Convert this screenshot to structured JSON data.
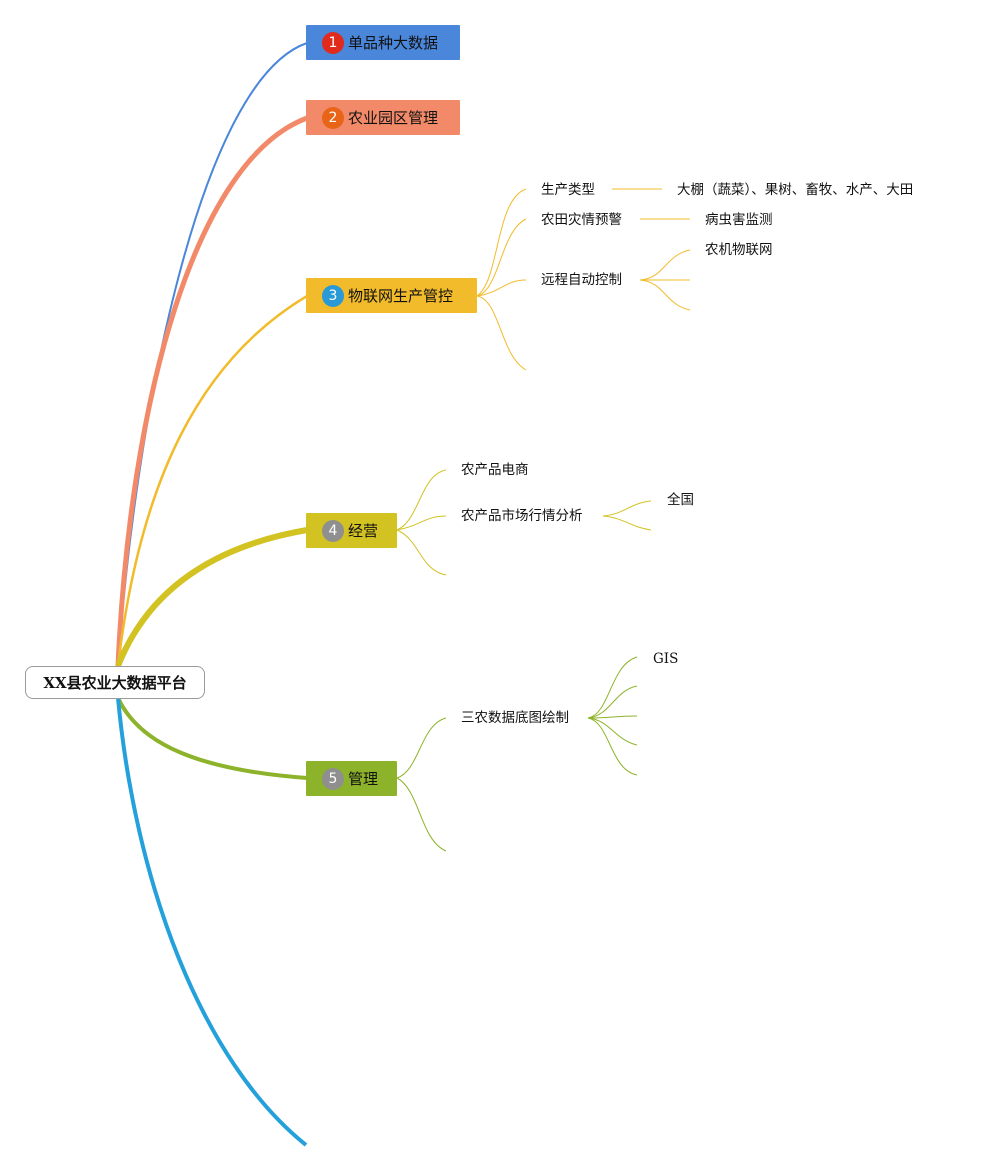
{
  "root": {
    "label": "XX县农业大数据平台"
  },
  "branches": [
    {
      "number": "1",
      "label": "单品种大数据",
      "color": "#4a86d9",
      "badge_color": "#e02a1c"
    },
    {
      "number": "2",
      "label": "农业园区管理",
      "color": "#f28a6a",
      "badge_color": "#e86416"
    },
    {
      "number": "3",
      "label": "物联网生产管控",
      "color": "#f1bb2b",
      "badge_color": "#2a9ad6"
    },
    {
      "number": "4",
      "label": "经营",
      "color": "#d2c222",
      "badge_color": "#8f8f8f"
    },
    {
      "number": "5",
      "label": "管理",
      "color": "#8db32b",
      "badge_color": "#8f8f8f"
    }
  ],
  "iot": {
    "production_type": "生产类型",
    "production_type_value": "大棚（蔬菜）、果树、畜牧、水产、大田",
    "disaster_warning": "农田灾情预警",
    "disaster_warning_value": "病虫害监测",
    "remote_control": "远程自动控制",
    "remote_control_value": "农机物联网"
  },
  "business": {
    "ecommerce": "农产品电商",
    "market_analysis": "农产品市场行情分析",
    "market_scope": "全国"
  },
  "management": {
    "base_map": "三农数据底图绘制",
    "gis": "GIS"
  }
}
